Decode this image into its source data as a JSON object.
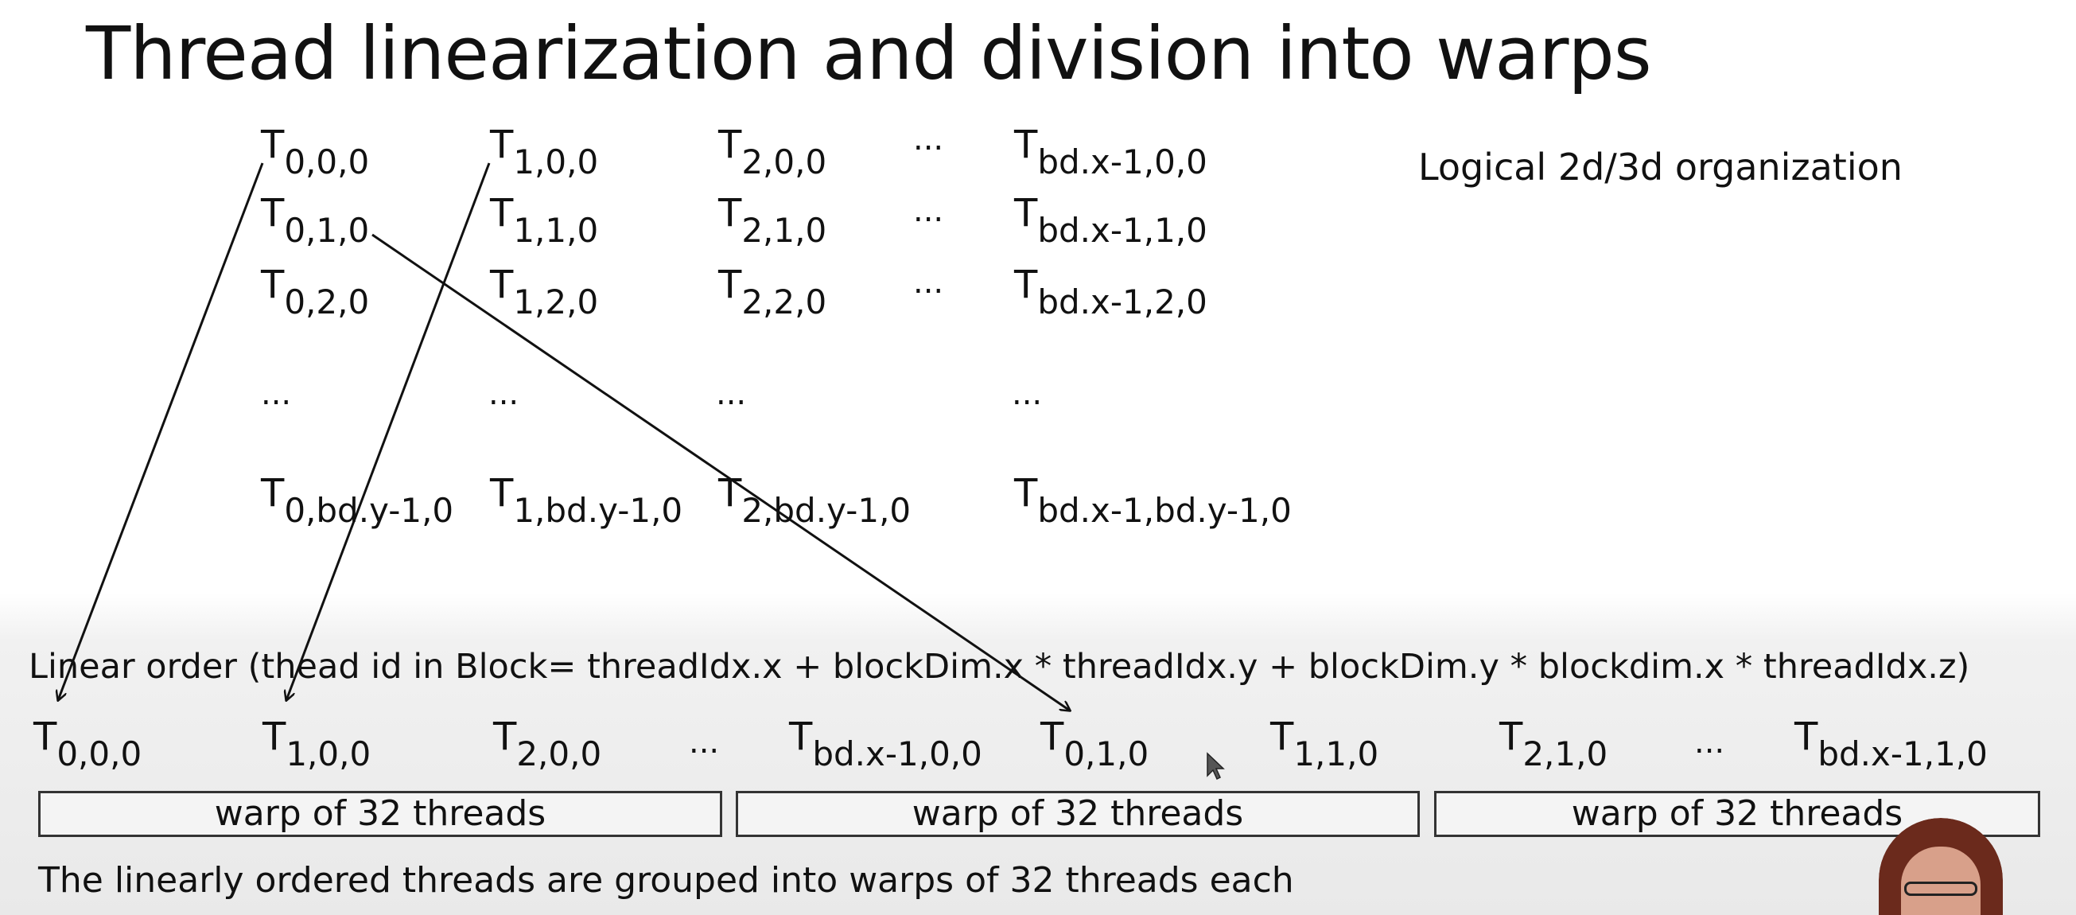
{
  "slide": {
    "title": "Thread linearization and division into warps",
    "side_label": "Logical 2d/3d organization",
    "linear_order_label": "Linear order (thead id in Block= threadIdx.x + blockDim.x * threadIdx.y + blockDim.y * blockdim.x * threadIdx.z)",
    "footnote": "The linearly ordered threads are grouped into warps of 32 threads each"
  },
  "grid": {
    "thread_letter": "T",
    "ellipsis": "...",
    "row0": [
      "0,0,0",
      "1,0,0",
      "2,0,0",
      "bd.x-1,0,0"
    ],
    "row1": [
      "0,1,0",
      "1,1,0",
      "2,1,0",
      "bd.x-1,1,0"
    ],
    "row2": [
      "0,2,0",
      "1,2,0",
      "2,2,0",
      "bd.x-1,2,0"
    ],
    "row_last": [
      "0,bd.y-1,0",
      "1,bd.y-1,0",
      "2,bd.y-1,0",
      "bd.x-1,bd.y-1,0"
    ]
  },
  "linear": [
    "0,0,0",
    "1,0,0",
    "2,0,0",
    "bd.x-1,0,0",
    "0,1,0",
    "1,1,0",
    "2,1,0",
    "bd.x-1,1,0"
  ],
  "warps": [
    "warp of 32 threads",
    "warp of 32 threads",
    "warp of 32 threads"
  ]
}
